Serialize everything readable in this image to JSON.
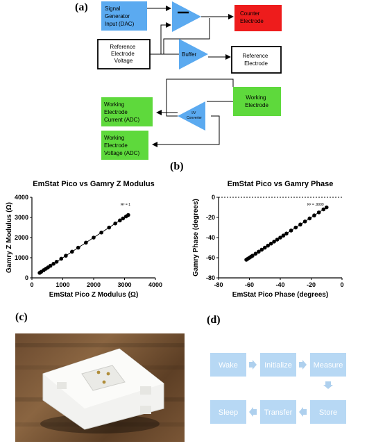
{
  "labels": {
    "a": "(a)",
    "b": "(b)",
    "c": "(c)",
    "d": "(d)"
  },
  "diagram_a": {
    "signal_generator": [
      "Signal",
      "Generator",
      "Input (DAC)"
    ],
    "counter_electrode": [
      "Counter",
      "Electrode"
    ],
    "reference_voltage": [
      "Reference",
      "Electrode",
      "Voltage"
    ],
    "buffer": "Buffer",
    "reference_electrode": [
      "Reference",
      "Electrode"
    ],
    "working_electrode": [
      "Working",
      "Electrode"
    ],
    "iv_converter": [
      "I/V",
      "Converter"
    ],
    "we_current": [
      "Working",
      "Electrode",
      "Current (ADC)"
    ],
    "we_voltage": [
      "Working",
      "Electrode",
      "Voltage (ADC)"
    ],
    "colors": {
      "blue": "#5baaf0",
      "red": "#ee1c1c",
      "green": "#5ed93c"
    }
  },
  "chart_data": [
    {
      "type": "scatter",
      "title": "EmStat  Pico vs Gamry Z Modulus",
      "xlabel": "EmStat Pico Z Modulus (Ω)",
      "ylabel": "Gamry Z Modulus (Ω)",
      "xlim": [
        0,
        4000
      ],
      "ylim": [
        0,
        4000
      ],
      "xticks": [
        0,
        1000,
        2000,
        3000,
        4000
      ],
      "yticks": [
        0,
        1000,
        2000,
        3000,
        4000
      ],
      "annotation": "R² = 1",
      "x": [
        250,
        300,
        380,
        450,
        520,
        600,
        700,
        800,
        950,
        1100,
        1300,
        1500,
        1750,
        2000,
        2250,
        2500,
        2700,
        2850,
        2950,
        3050,
        3120
      ],
      "y": [
        250,
        300,
        380,
        450,
        520,
        600,
        700,
        800,
        950,
        1100,
        1300,
        1500,
        1750,
        2000,
        2250,
        2500,
        2700,
        2850,
        2950,
        3050,
        3120
      ],
      "fit_line": true
    },
    {
      "type": "scatter",
      "title": "EmStat  Pico vs Gamry Phase",
      "xlabel": "EmStat Pico Phase (degrees)",
      "ylabel": "Gamry Phase (degrees)",
      "xlim": [
        -80,
        0
      ],
      "ylim": [
        -80,
        0
      ],
      "xticks": [
        -80,
        -60,
        -40,
        -20,
        0
      ],
      "yticks": [
        -80,
        -60,
        -40,
        -20,
        0
      ],
      "annotation": "R² = .9999",
      "x": [
        -62,
        -61,
        -60,
        -59,
        -58,
        -56,
        -54,
        -52,
        -50,
        -48,
        -46,
        -44,
        -42,
        -40,
        -38,
        -36,
        -33,
        -30,
        -27,
        -24,
        -21,
        -18,
        -15,
        -12,
        -10
      ],
      "y": [
        -62,
        -61,
        -60,
        -59,
        -58,
        -56,
        -54,
        -52,
        -50,
        -48,
        -46,
        -44,
        -42,
        -40,
        -38,
        -36,
        -33,
        -30,
        -27,
        -24,
        -21,
        -18,
        -15,
        -12,
        -10
      ],
      "fit_line": true,
      "zero_line": true
    }
  ],
  "flow_d": {
    "steps": [
      "Wake",
      "Initialize",
      "Measure",
      "Store",
      "Transfer",
      "Sleep"
    ],
    "colors": {
      "box": "#b7d8f4",
      "text": "#ffffff",
      "arrow": "#aed0ee"
    }
  },
  "photo_c": {
    "colors": {
      "wood": "#7a5636",
      "device": "#f2f2f0"
    }
  }
}
